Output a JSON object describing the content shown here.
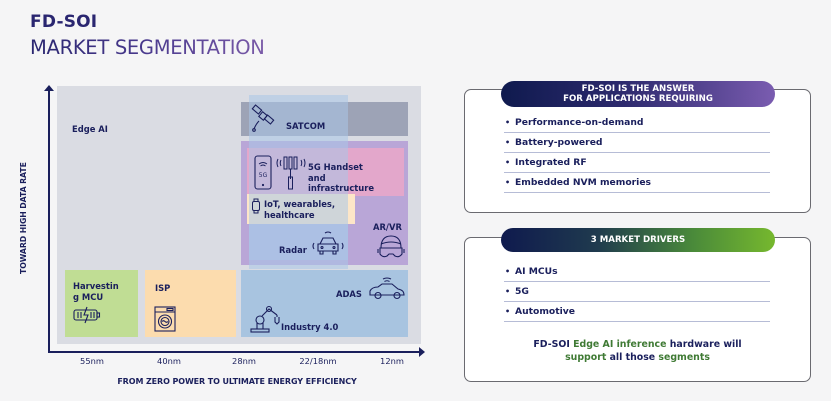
{
  "header": {
    "title": "FD-SOI",
    "subtitle": "MARKET SEGMENTATION"
  },
  "diagram": {
    "y_axis_label": "TOWARD HIGH DATA RATE",
    "x_axis_label": "FROM ZERO POWER TO ULTIMATE ENERGY EFFICIENCY",
    "x_ticks": [
      "55nm",
      "40nm",
      "28nm",
      "22/18nm",
      "12nm"
    ],
    "segments": {
      "edge_ai": "Edge AI",
      "satcom": "SATCOM",
      "handset": [
        "5G Handset",
        "and",
        "infrastructure"
      ],
      "iot": [
        "IoT, wearables,",
        "healthcare"
      ],
      "radar": "Radar",
      "arvr": "AR/VR",
      "harvesting": [
        "Harvestin",
        "g MCU"
      ],
      "isp": "ISP",
      "adas": "ADAS",
      "industry": "Industry 4.0",
      "phone_icon_text": "5G"
    },
    "colors": {
      "edge_ai": "#dadce3",
      "satcom": "#9da3b6",
      "ar_vr": "#b9a6d7",
      "handset": "#e3a7cb",
      "iot": "#fde6c8",
      "radar": "#aac6e8",
      "harvesting": "#c0dd94",
      "isp": "#fcdcae",
      "adas": "#a8c4e0"
    }
  },
  "panel_requirements": {
    "heading_line1": "FD-SOI IS THE ANSWER",
    "heading_line2": "FOR APPLICATIONS REQUIRING",
    "items": [
      "Performance-on-demand",
      "Battery-powered",
      "Integrated RF",
      "Embedded NVM memories"
    ]
  },
  "panel_drivers": {
    "heading": "3 MARKET DRIVERS",
    "items": [
      "AI MCUs",
      "5G",
      "Automotive"
    ],
    "tagline": {
      "parts": [
        "FD-SOI",
        "Edge AI",
        "inference",
        "hardware will",
        "support",
        "all those",
        "segments"
      ]
    }
  },
  "bullet": "•"
}
